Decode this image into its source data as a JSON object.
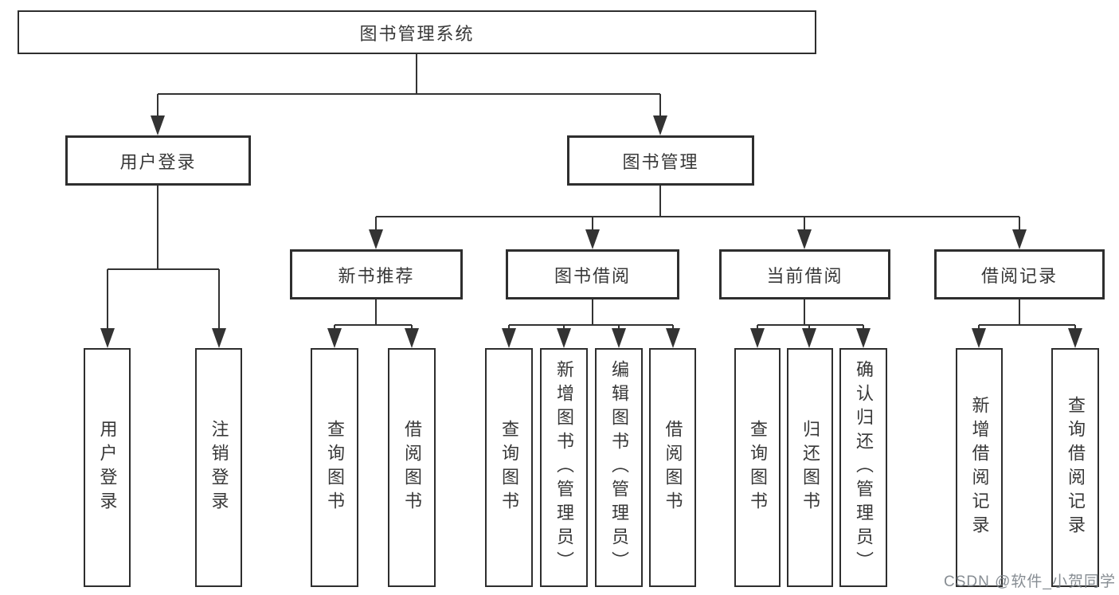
{
  "diagram": {
    "type": "hierarchy-tree",
    "colors": {
      "ink": "#333333",
      "background": "#ffffff",
      "watermark": "#7d838a"
    },
    "tree": {
      "root": {
        "label": "图书管理系统"
      },
      "branches": [
        {
          "label": "用户登录",
          "children": [
            {
              "label": "用户登录"
            },
            {
              "label": "注销登录"
            }
          ]
        },
        {
          "label": "图书管理",
          "children": [
            {
              "label": "新书推荐",
              "children": [
                {
                  "label": "查询图书"
                },
                {
                  "label": "借阅图书"
                }
              ]
            },
            {
              "label": "图书借阅",
              "children": [
                {
                  "label": "查询图书"
                },
                {
                  "label": "新增图书（管理员）"
                },
                {
                  "label": "编辑图书（管理员）"
                },
                {
                  "label": "借阅图书"
                }
              ]
            },
            {
              "label": "当前借阅",
              "children": [
                {
                  "label": "查询图书"
                },
                {
                  "label": "归还图书"
                },
                {
                  "label": "确认归还（管理员）"
                }
              ]
            },
            {
              "label": "借阅记录",
              "children": [
                {
                  "label": "新增借阅记录"
                },
                {
                  "label": "查询借阅记录"
                }
              ]
            }
          ]
        }
      ]
    },
    "watermark": "CSDN @软件_小贺同学"
  }
}
